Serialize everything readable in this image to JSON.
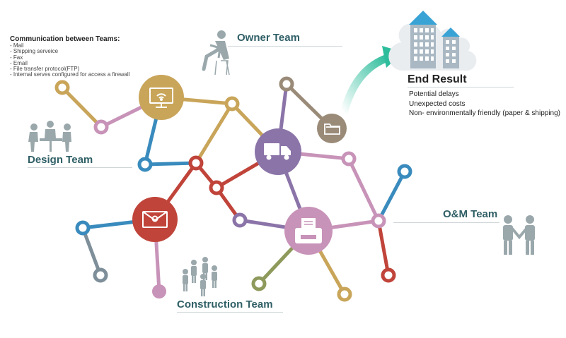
{
  "communication": {
    "title": "Communication between Teams:",
    "items": [
      "- Mail",
      "- Shipping serveice",
      "- Fax",
      "- Email",
      "- File transfer protocol(FTP)",
      "- Internal serves configured for access a firewall"
    ]
  },
  "teams": {
    "owner": "Owner Team",
    "design": "Design Team",
    "construction": "Construction Team",
    "om": "O&M Team"
  },
  "end_result": {
    "title": "End Result",
    "items": [
      "Potential delays",
      "Unexpected costs",
      "Non- environmentally friendly (paper & shipping)"
    ]
  },
  "icons": {
    "hubs": [
      "computer-icon",
      "delivery-truck-icon",
      "envelope-icon",
      "fax-machine-icon",
      "folder-icon"
    ],
    "people": [
      "seated-person-icon",
      "meeting-group-icon",
      "people-group-icon",
      "handshake-icon"
    ],
    "result": "city-buildings-icon"
  },
  "colors": {
    "gold": "#C9A55A",
    "purple": "#8B74A8",
    "red": "#C0443A",
    "pink": "#C893B8",
    "blue": "#3A8BBD",
    "olive": "#8E9A5C",
    "brown": "#9A8A78",
    "slate": "#7E8F9A",
    "team_text": "#2F5F66",
    "arrow": "#2EBD9C",
    "people": "#9AA8AC",
    "building": "#A9B8C3",
    "roof": "#3AA3D6"
  }
}
